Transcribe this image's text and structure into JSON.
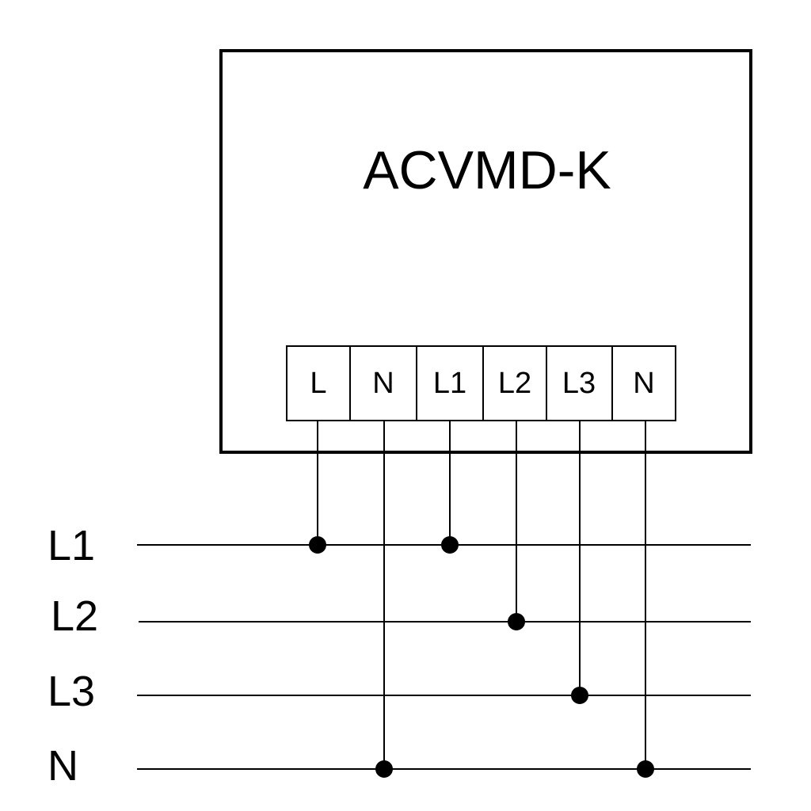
{
  "device": {
    "name": "ACVMD-K",
    "terminals": [
      "L",
      "N",
      "L1",
      "L2",
      "L3",
      "N"
    ]
  },
  "buses": [
    "L1",
    "L2",
    "L3",
    "N"
  ],
  "connections": [
    {
      "terminal": "L",
      "bus": "L1"
    },
    {
      "terminal": "N",
      "bus": "N"
    },
    {
      "terminal": "L1",
      "bus": "L1"
    },
    {
      "terminal": "L2",
      "bus": "L2"
    },
    {
      "terminal": "L3",
      "bus": "L3"
    },
    {
      "terminal": "N",
      "bus": "N"
    }
  ]
}
